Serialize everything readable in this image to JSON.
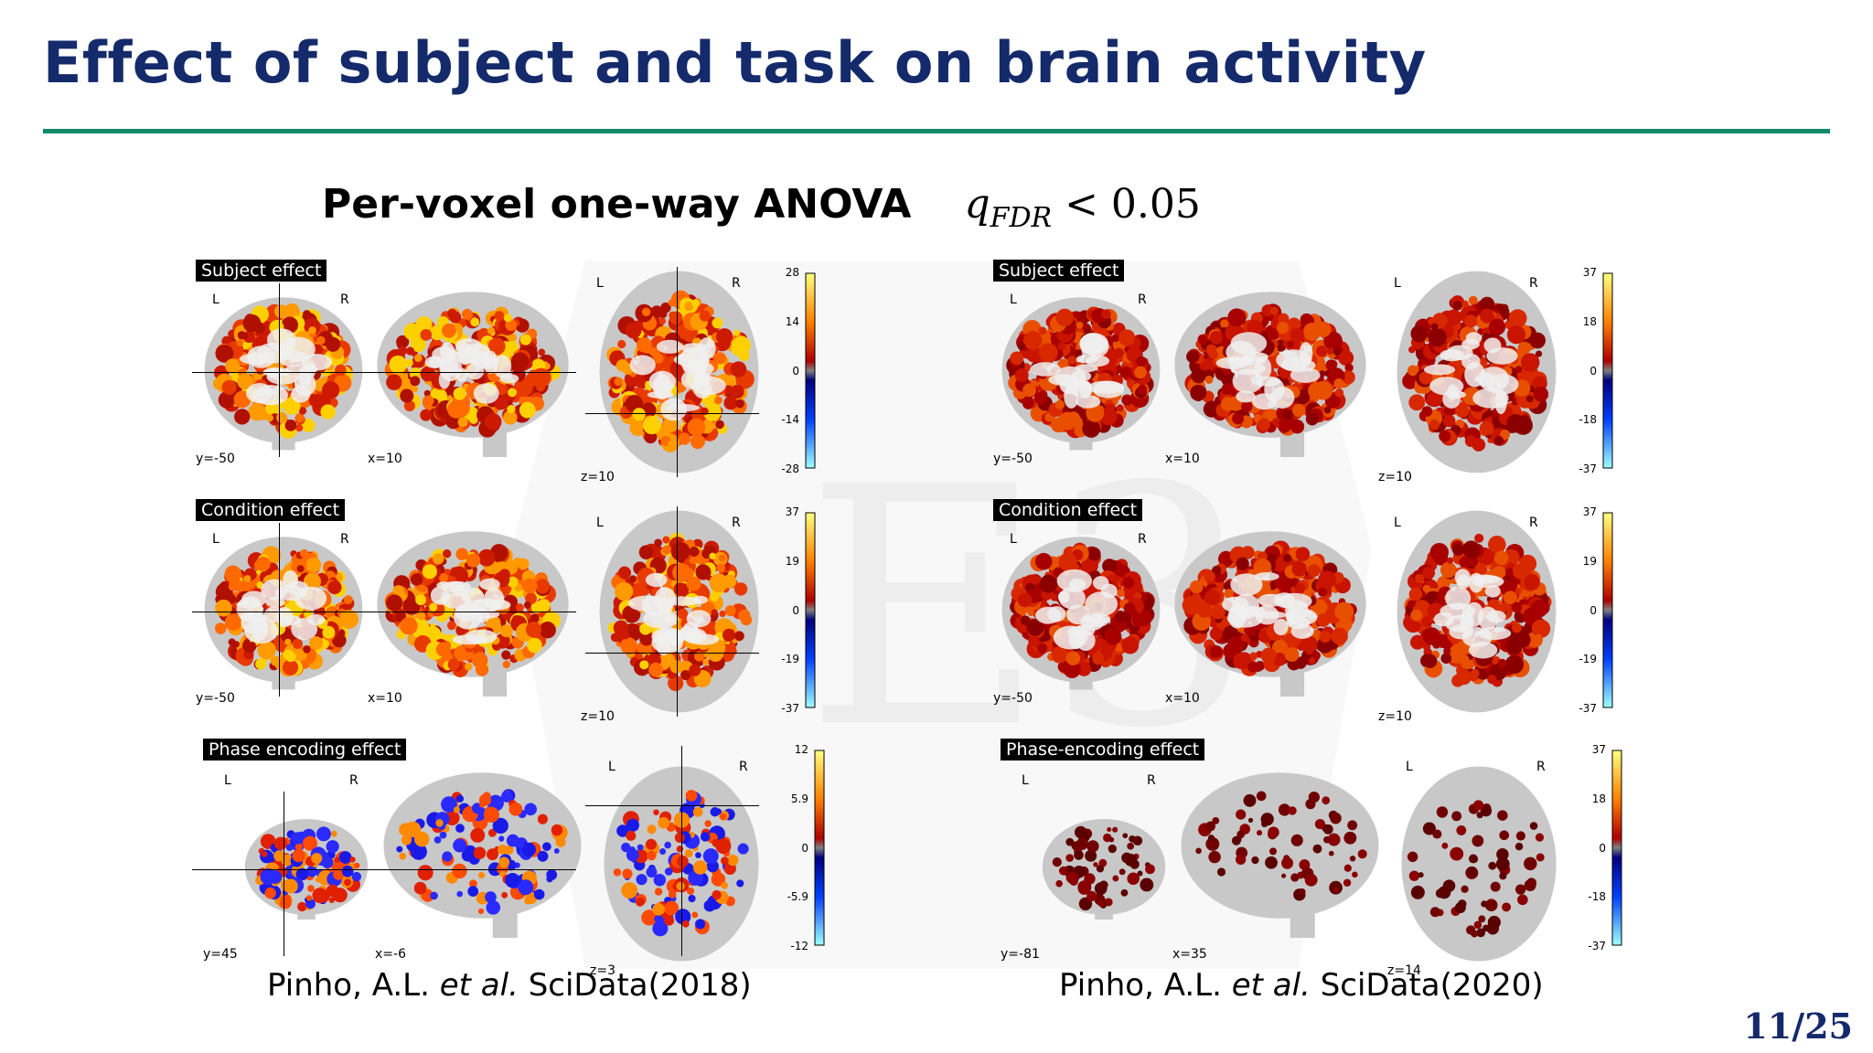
{
  "slide": {
    "title": "Effect of subject and task on brain activity",
    "subtitle_bold": "Per-voxel one-way ANOVA",
    "subtitle_q": "q",
    "subtitle_q_sub": "FDR",
    "subtitle_rest": " < 0.05",
    "page": "11/25"
  },
  "colors": {
    "title": "#142a6b",
    "rule": "#0f8a6b"
  },
  "left": {
    "citation_pre": "Pinho, A.L. ",
    "citation_em": "et al.",
    "citation_post": " SciData(2018)",
    "rows": [
      {
        "tag": "Subject effect",
        "L": "L",
        "R": "R",
        "L2": "L",
        "R2": "R",
        "c1": "y=-50",
        "c2": "x=10",
        "c3": "z=10",
        "ticks": [
          "28",
          "14",
          "0",
          "-14",
          "-28"
        ]
      },
      {
        "tag": "Condition effect",
        "L": "L",
        "R": "R",
        "L2": "L",
        "R2": "R",
        "c1": "y=-50",
        "c2": "x=10",
        "c3": "z=10",
        "ticks": [
          "37",
          "19",
          "0",
          "-19",
          "-37"
        ]
      },
      {
        "tag": "Phase encoding effect",
        "L": "L",
        "R": "R",
        "L2": "L",
        "R2": "R",
        "c1": "y=45",
        "c2": "x=-6",
        "c3": "z=3",
        "ticks": [
          "12",
          "5.9",
          "0",
          "-5.9",
          "-12"
        ]
      }
    ]
  },
  "right": {
    "citation_pre": "Pinho, A.L. ",
    "citation_em": "et al.",
    "citation_post": " SciData(2020)",
    "rows": [
      {
        "tag": "Subject effect",
        "L": "L",
        "R": "R",
        "L2": "L",
        "R2": "R",
        "c1": "y=-50",
        "c2": "x=10",
        "c3": "z=10",
        "ticks": [
          "37",
          "18",
          "0",
          "-18",
          "-37"
        ]
      },
      {
        "tag": "Condition effect",
        "L": "L",
        "R": "R",
        "L2": "L",
        "R2": "R",
        "c1": "y=-50",
        "c2": "x=10",
        "c3": "z=10",
        "ticks": [
          "37",
          "19",
          "0",
          "-19",
          "-37"
        ]
      },
      {
        "tag": "Phase-encoding effect",
        "L": "L",
        "R": "R",
        "L2": "L",
        "R2": "R",
        "c1": "y=-81",
        "c2": "x=35",
        "c3": "z=14",
        "ticks": [
          "37",
          "18",
          "0",
          "-18",
          "-37"
        ]
      }
    ]
  }
}
